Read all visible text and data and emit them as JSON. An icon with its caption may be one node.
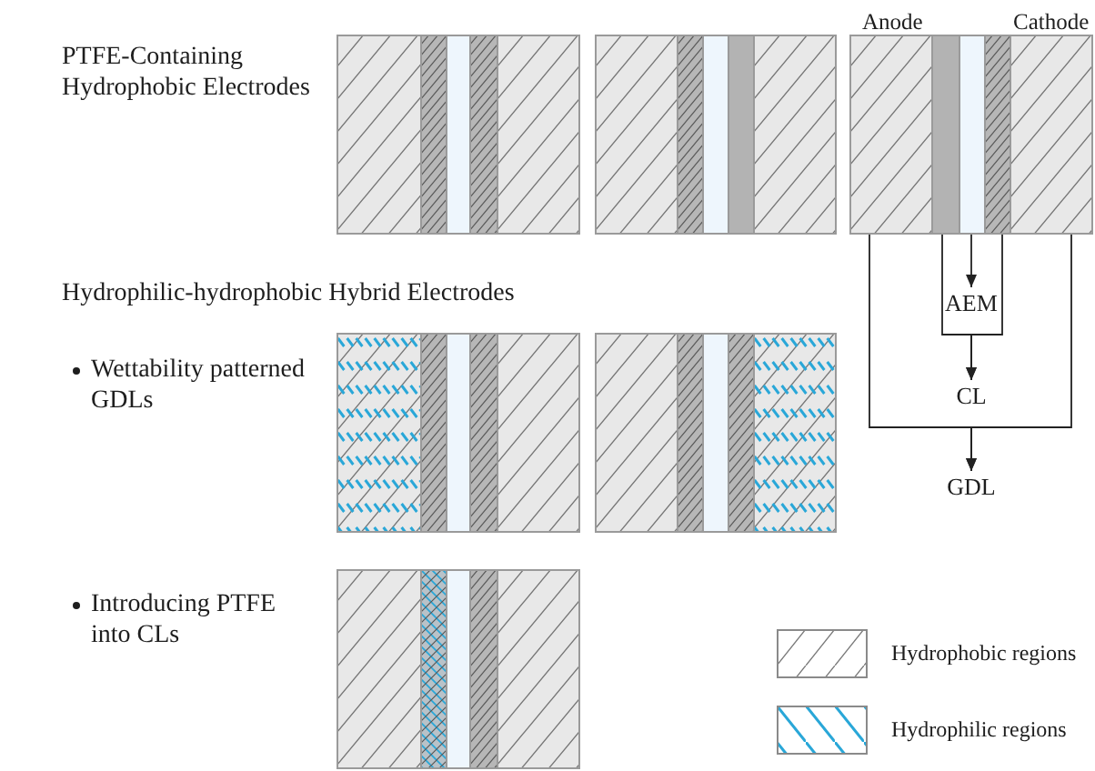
{
  "diagram": {
    "nodes": [
      {
        "text": [],
        "shape": "box"
      },
      {
        "text": [],
        "shape": "box"
      },
      {
        "text": [],
        "shape": "box"
      },
      {
        "text": [],
        "shape": "box"
      },
      {
        "text": [],
        "shape": "box"
      },
      {
        "text": [],
        "shape": "box"
      },
      {
        "text": [],
        "shape": "box"
      },
      {
        "text": [],
        "shape": "box"
      },
      {
        "text": [],
        "shape": "box"
      },
      {
        "text": [],
        "shape": "box"
      },
      {
        "text": [],
        "shape": "box"
      },
      {
        "text": [],
        "shape": "box"
      },
      {
        "text": [],
        "shape": "box"
      },
      {
        "text": [],
        "shape": "box"
      },
      {
        "text": [],
        "shape": "box"
      },
      {
        "text": [
          "AEM"
        ]
      },
      {
        "text": [],
        "shape": "box"
      },
      {
        "text": [],
        "shape": "box"
      },
      {
        "text": [],
        "shape": "box"
      },
      {
        "text": [],
        "shape": "box"
      },
      {
        "text": [],
        "shape": "box"
      },
      {
        "text": [],
        "shape": "box"
      },
      {
        "text": [],
        "shape": "box"
      },
      {
        "text": [],
        "shape": "box"
      },
      {
        "text": [],
        "shape": "box"
      },
      {
        "text": [],
        "shape": "box"
      },
      {
        "text": [
          "CL"
        ]
      },
      {
        "text": [
          "GDL"
        ]
      },
      {
        "text": [],
        "shape": "box"
      },
      {
        "text": [],
        "shape": "box"
      },
      {
        "text": [],
        "shape": "box"
      },
      {
        "text": [],
        "shape": "box"
      },
      {
        "text": [],
        "shape": "box"
      }
    ],
    "edges": [
      {
        "from": 12,
        "to": 15,
        "arrow": "to"
      },
      {
        "from": 11,
        "to": 26,
        "arrow": "to"
      },
      {
        "from": 13,
        "to": 26,
        "arrow": "to"
      },
      {
        "from": 10,
        "to": 27,
        "arrow": "to"
      },
      {
        "from": 14,
        "to": 27,
        "arrow": "to"
      }
    ],
    "labels": [
      "Anode",
      "Cathode",
      "PTFE-Containing Hydrophobic Electrodes",
      "Hydrophilic-hydrophobic Hybrid Electrodes",
      "Wettability patterned GDLs",
      "Introducing PTFE into CLs"
    ],
    "legend": [
      {
        "text": "Hydrophobic regions"
      },
      {
        "text": "Hydrophilic regions"
      }
    ]
  }
}
